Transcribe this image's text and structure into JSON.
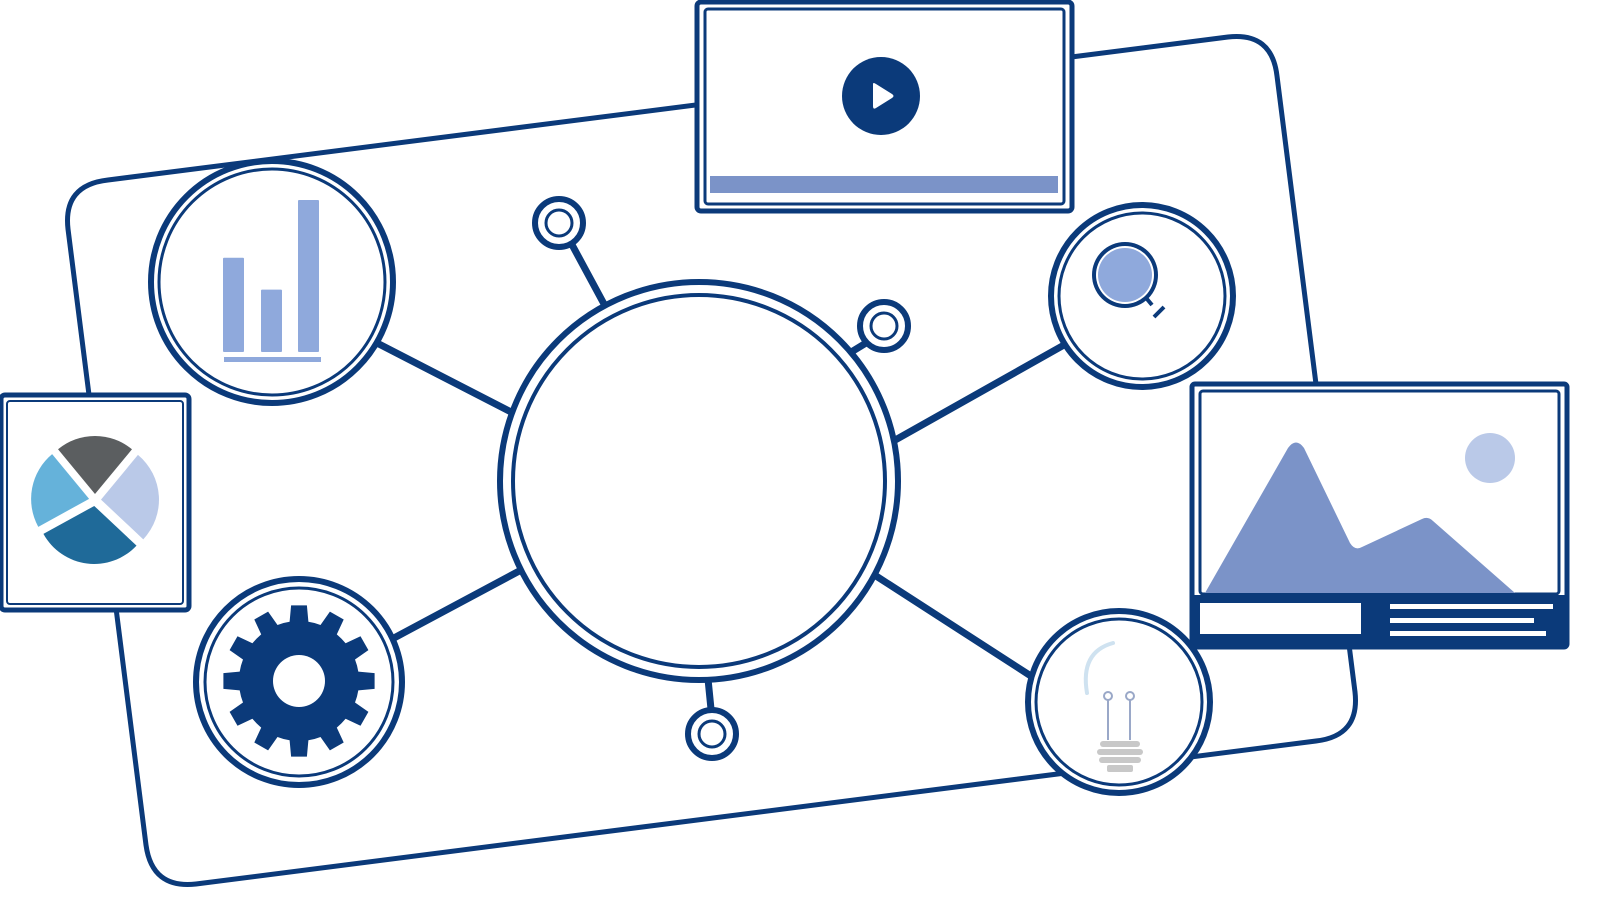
{
  "colors": {
    "primary": "#0b3a7a",
    "accent_blue": "#8fa9dc",
    "accent_mid": "#7b93c8",
    "accent_light": "#bac9e8",
    "pie_gray": "#5b5e60",
    "pie_sky": "#65b2da",
    "pie_teal": "#1f6a99",
    "pie_lavender": "#bac9e8",
    "bulb_gray": "#c8c8c8",
    "bulb_glass": "#cfe2f0",
    "background": "#ffffff"
  },
  "icons": {
    "hub": "hub-circle",
    "bar_chart": "bar-chart-icon",
    "pie_chart": "pie-chart-icon",
    "video": "play-icon",
    "search": "magnifier-icon",
    "image": "image-icon",
    "settings": "gear-icon",
    "idea": "lightbulb-icon"
  },
  "bar_chart_values": [
    0.62,
    0.41,
    1.0
  ],
  "pie_chart_slices": [
    {
      "color_key": "pie_gray",
      "share": 0.22
    },
    {
      "color_key": "pie_lavender",
      "share": 0.26
    },
    {
      "color_key": "pie_teal",
      "share": 0.3
    },
    {
      "color_key": "pie_sky",
      "share": 0.22
    }
  ]
}
